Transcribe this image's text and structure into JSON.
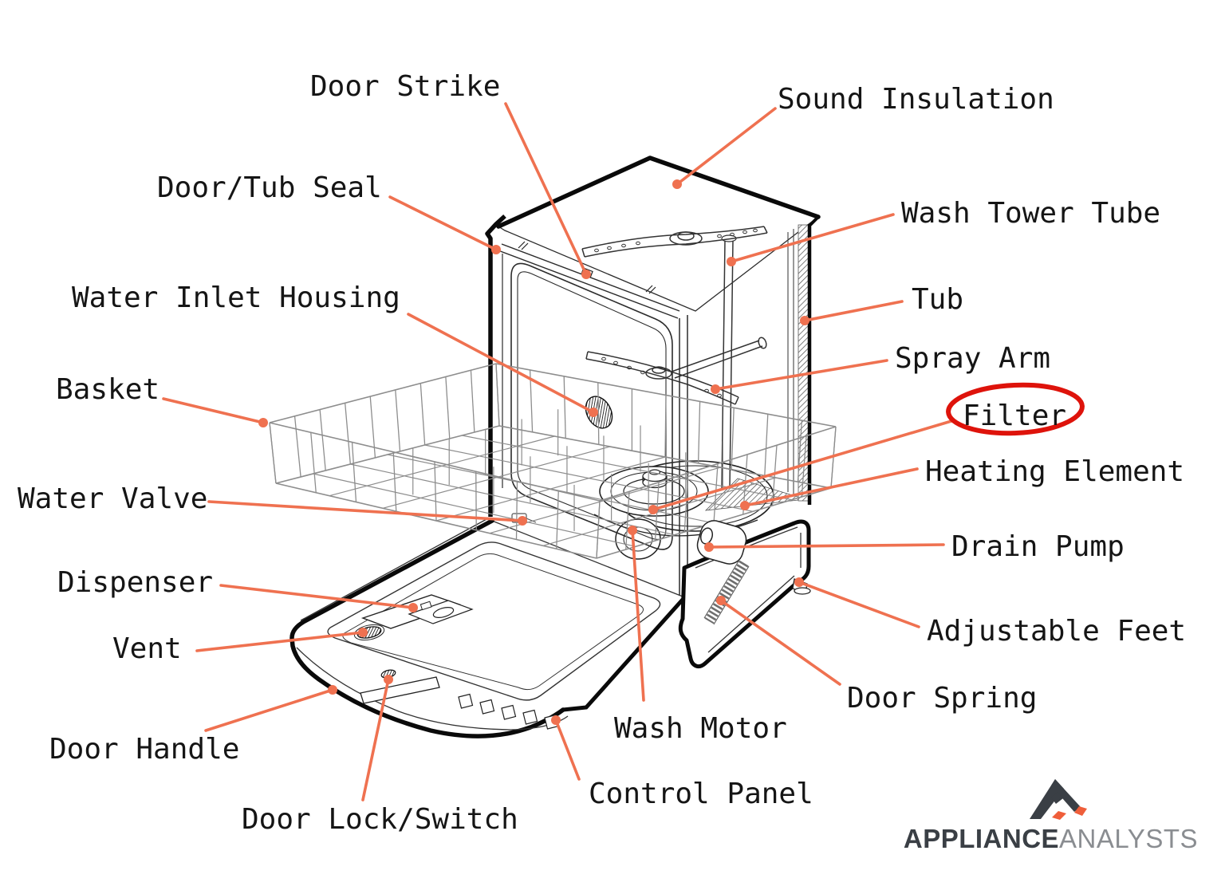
{
  "figure": {
    "type": "labeled-diagram",
    "subject": "Dishwasher exploded parts diagram",
    "highlighted_part": "Filter"
  },
  "labels": [
    {
      "id": "door-strike",
      "text": "Door Strike"
    },
    {
      "id": "sound-insulation",
      "text": "Sound Insulation"
    },
    {
      "id": "door-tub-seal",
      "text": "Door/Tub Seal"
    },
    {
      "id": "wash-tower-tube",
      "text": "Wash Tower Tube"
    },
    {
      "id": "water-inlet-housing",
      "text": "Water Inlet Housing"
    },
    {
      "id": "tub",
      "text": "Tub"
    },
    {
      "id": "spray-arm",
      "text": "Spray Arm"
    },
    {
      "id": "basket",
      "text": "Basket"
    },
    {
      "id": "filter",
      "text": "Filter",
      "highlighted": true
    },
    {
      "id": "heating-element",
      "text": "Heating Element"
    },
    {
      "id": "water-valve",
      "text": "Water Valve"
    },
    {
      "id": "drain-pump",
      "text": "Drain Pump"
    },
    {
      "id": "dispenser",
      "text": "Dispenser"
    },
    {
      "id": "adjustable-feet",
      "text": "Adjustable Feet"
    },
    {
      "id": "vent",
      "text": "Vent"
    },
    {
      "id": "door-spring",
      "text": "Door Spring"
    },
    {
      "id": "wash-motor",
      "text": "Wash Motor"
    },
    {
      "id": "door-handle",
      "text": "Door Handle"
    },
    {
      "id": "control-panel",
      "text": "Control Panel"
    },
    {
      "id": "door-lock-switch",
      "text": "Door Lock/Switch"
    }
  ],
  "logo": {
    "brand_bold": "APPLIANCE",
    "brand_light": "ANALYSTS",
    "icon": "mountain-a-logo-icon"
  },
  "colors": {
    "leader_line": "#EF7150",
    "highlight_ellipse": "#DE130B",
    "label_text": "#151515",
    "line_art": "#0A0A0A",
    "basket_wire": "#8D8D8D",
    "logo_dark": "#3A3F45",
    "logo_light": "#8A8D91",
    "logo_accent": "#EF5E3A",
    "background": "#FFFFFF"
  }
}
